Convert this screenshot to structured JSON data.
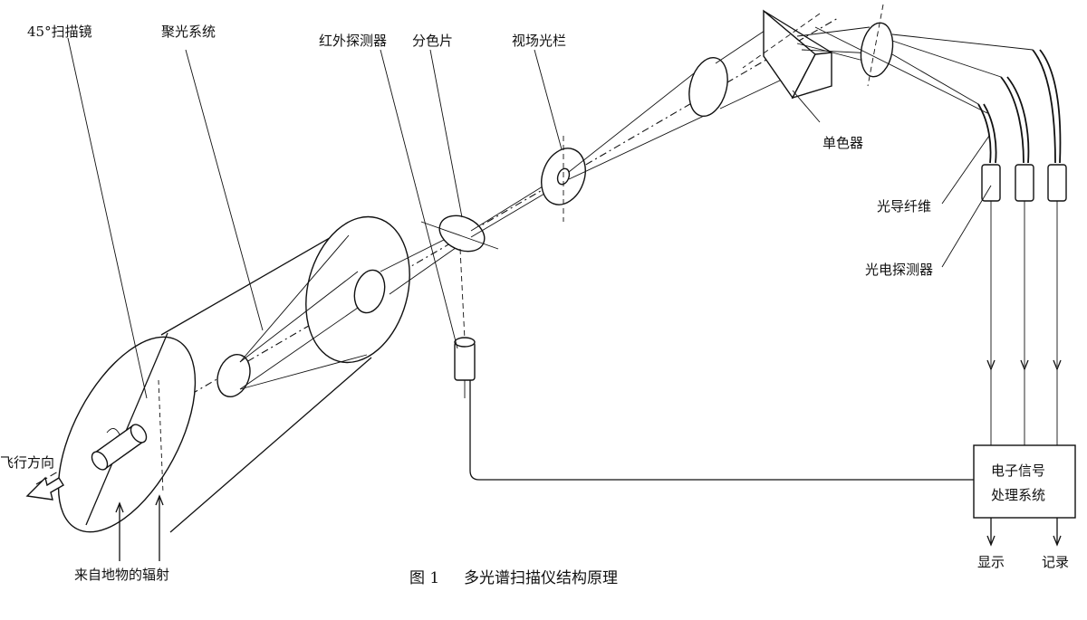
{
  "labels": {
    "scan_mirror": "45°扫描镜",
    "condenser": "聚光系统",
    "ir_detector": "红外探测器",
    "dichroic": "分色片",
    "field_stop": "视场光栏",
    "monochromator": "单色器",
    "fiber": "光导纤维",
    "photo_detector": "光电探测器",
    "flight_direction": "飞行方向",
    "ground_radiation": "来自地物的辐射",
    "processor_line1": "电子信号",
    "processor_line2": "处理系统",
    "display": "显示",
    "record": "记录"
  },
  "caption": {
    "figure_no": "图 1",
    "title": "多光谱扫描仪结构原理"
  }
}
